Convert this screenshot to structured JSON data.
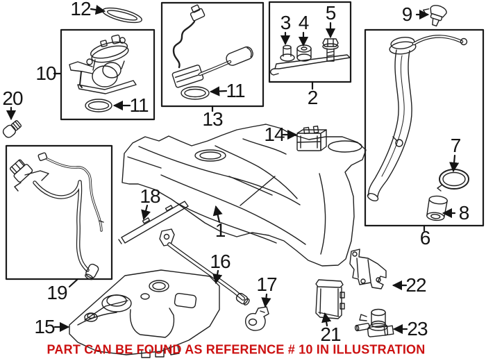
{
  "diagram": {
    "background": "#ffffff",
    "line_color": "#1f1f1f",
    "box_color": "#1a1a1a",
    "note": {
      "text": "PART CAN BE FOUND AS REFERENCE # 10 IN ILLUSTRATION",
      "color": "#cc1111"
    },
    "callouts": {
      "c1": "1",
      "c2": "2",
      "c3": "3",
      "c4": "4",
      "c5": "5",
      "c6": "6",
      "c7": "7",
      "c8": "8",
      "c9": "9",
      "c10": "10",
      "c11_pump": "11",
      "c11_sender": "11",
      "c12": "12",
      "c13": "13",
      "c14": "14",
      "c15": "15",
      "c16": "16",
      "c17": "17",
      "c18": "18",
      "c19": "19",
      "c20": "20",
      "c21": "21",
      "c22": "22",
      "c23": "23"
    }
  }
}
